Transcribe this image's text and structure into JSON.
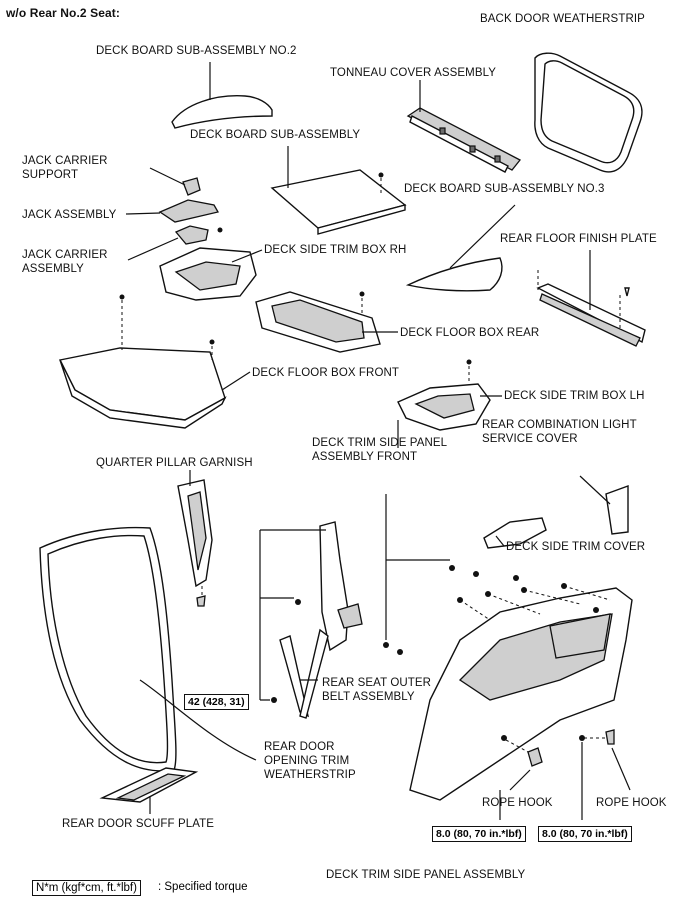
{
  "header": {
    "title": "w/o Rear No.2 Seat:"
  },
  "labels": {
    "back_door_weatherstrip": "BACK DOOR WEATHERSTRIP",
    "deck_board_sub_assembly_no2": "DECK BOARD SUB-ASSEMBLY NO.2",
    "tonneau_cover_assembly": "TONNEAU COVER ASSEMBLY",
    "deck_board_sub_assembly": "DECK BOARD SUB-ASSEMBLY",
    "jack_carrier_support_1": "JACK CARRIER",
    "jack_carrier_support_2": "SUPPORT",
    "deck_board_sub_assembly_no3": "DECK BOARD SUB-ASSEMBLY NO.3",
    "jack_assembly": "JACK ASSEMBLY",
    "rear_floor_finish_plate": "REAR FLOOR FINISH PLATE",
    "jack_carrier_assembly_1": "JACK CARRIER",
    "jack_carrier_assembly_2": "ASSEMBLY",
    "deck_side_trim_box_rh": "DECK SIDE TRIM BOX RH",
    "deck_floor_box_rear": "DECK FLOOR BOX REAR",
    "deck_floor_box_front": "DECK FLOOR BOX FRONT",
    "deck_side_trim_box_lh": "DECK SIDE TRIM BOX LH",
    "rear_combination_light_1": "REAR COMBINATION LIGHT",
    "rear_combination_light_2": "SERVICE COVER",
    "deck_trim_side_panel_front_1": "DECK TRIM SIDE PANEL",
    "deck_trim_side_panel_front_2": "ASSEMBLY FRONT",
    "quarter_pillar_garnish": "QUARTER PILLAR GARNISH",
    "deck_side_trim_cover": "DECK SIDE TRIM COVER",
    "rear_seat_outer_belt_1": "REAR SEAT OUTER",
    "rear_seat_outer_belt_2": "BELT ASSEMBLY",
    "rear_door_opening_1": "REAR DOOR",
    "rear_door_opening_2": "OPENING TRIM",
    "rear_door_opening_3": "WEATHERSTRIP",
    "rope_hook_left": "ROPE HOOK",
    "rope_hook_right": "ROPE HOOK",
    "rear_door_scuff_plate": "REAR DOOR SCUFF PLATE",
    "deck_trim_side_panel_assembly": "DECK TRIM SIDE PANEL ASSEMBLY"
  },
  "torque": {
    "belt": "42 (428, 31)",
    "rope_hook_left": "8.0 (80, 70 in.*lbf)",
    "rope_hook_right": "8.0 (80, 70 in.*lbf)"
  },
  "legend": {
    "box": "N*m (kgf*cm, ft.*lbf)",
    "text": ": Specified torque"
  }
}
